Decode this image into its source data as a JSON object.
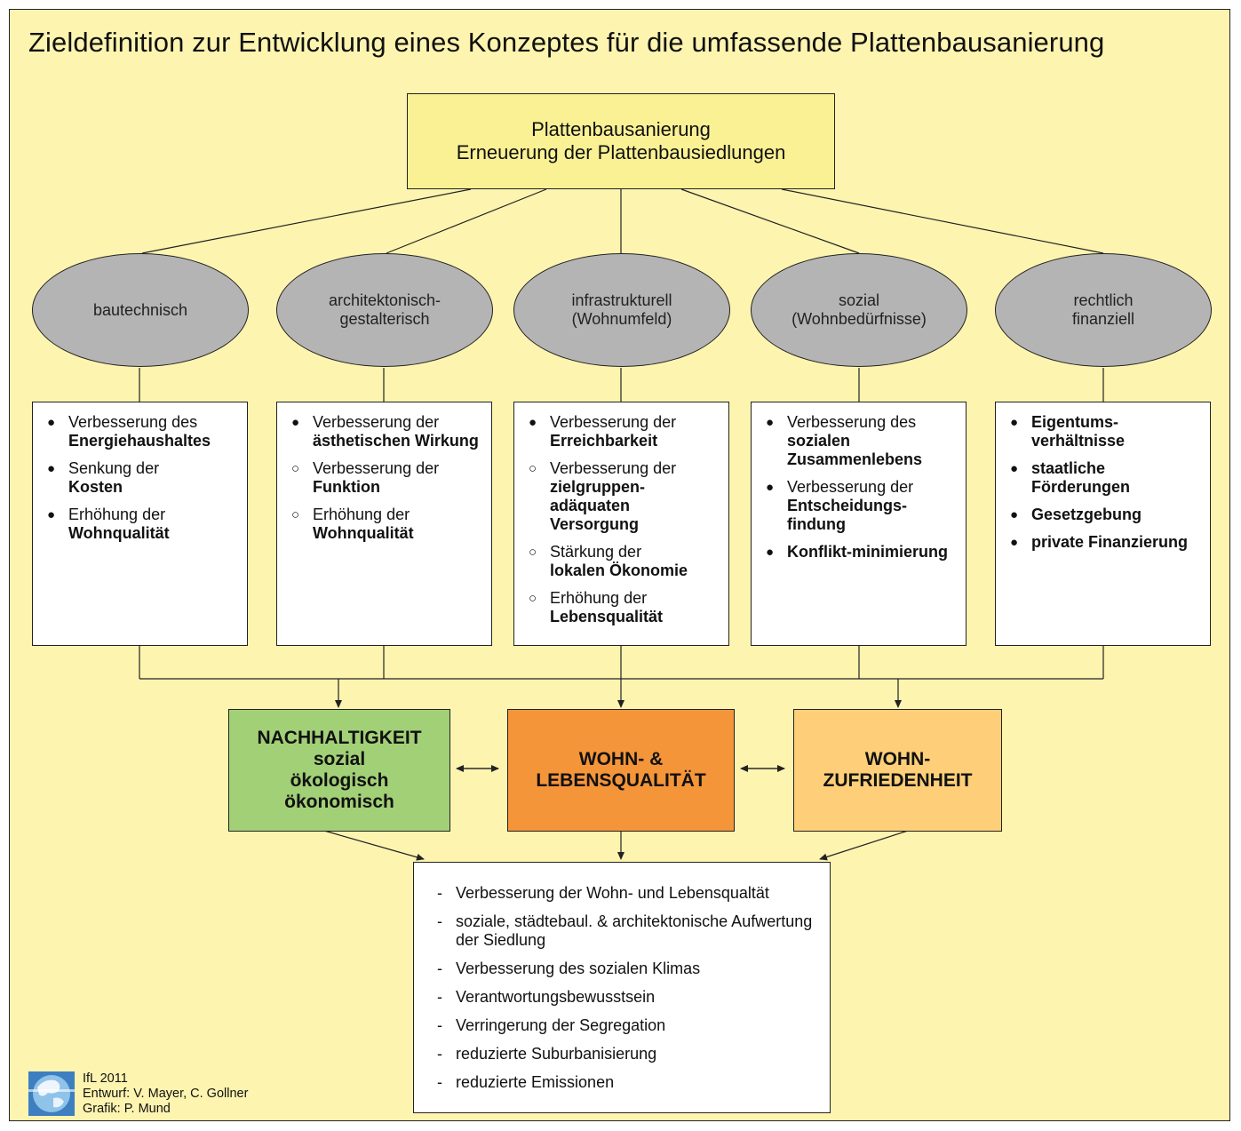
{
  "title": "Zieldefinition zur Entwicklung eines Konzeptes für die umfassende Plattenbausanierung",
  "top_box": {
    "line1": "Plattenbausanierung",
    "line2": "Erneuerung der Plattenbausiedlungen"
  },
  "dimensions": [
    {
      "label1": "bautechnisch",
      "label2": "",
      "items": [
        {
          "bullet": "●",
          "normal": "Verbesserung des",
          "strong": "Energiehaushaltes"
        },
        {
          "bullet": "●",
          "normal": "Senkung der",
          "strong": "Kosten"
        },
        {
          "bullet": "●",
          "normal": "Erhöhung der",
          "strong": "Wohnqualität"
        }
      ]
    },
    {
      "label1": "architektonisch-",
      "label2": "gestalterisch",
      "items": [
        {
          "bullet": "●",
          "normal": "Verbesserung der",
          "strong": "ästhetischen Wirkung"
        },
        {
          "bullet": "○",
          "normal": "Verbesserung der",
          "strong": "Funktion"
        },
        {
          "bullet": "○",
          "normal": "Erhöhung der",
          "strong": "Wohnqualität"
        }
      ]
    },
    {
      "label1": "infrastrukturell",
      "label2": "(Wohnumfeld)",
      "items": [
        {
          "bullet": "●",
          "normal": "Verbesserung der",
          "strong": "Erreichbarkeit"
        },
        {
          "bullet": "○",
          "normal": "Verbesserung der",
          "strong": "zielgruppen-adäquaten Versorgung"
        },
        {
          "bullet": "○",
          "normal": "Stärkung der",
          "strong": "lokalen Ökonomie"
        },
        {
          "bullet": "○",
          "normal": "Erhöhung der",
          "strong": "Lebensqualität"
        }
      ]
    },
    {
      "label1": "sozial",
      "label2": "(Wohnbedürfnisse)",
      "items": [
        {
          "bullet": "●",
          "normal": "Verbesserung des",
          "strong": "sozialen Zusammenlebens"
        },
        {
          "bullet": "●",
          "normal": "Verbesserung der",
          "strong": "Entscheidungs-findung"
        },
        {
          "bullet": "●",
          "normal": "Konflikt-minimierung",
          "strong": ""
        }
      ]
    },
    {
      "label1": "rechtlich",
      "label2": "finanziell",
      "items": [
        {
          "bullet": "●",
          "normal": "Eigentums-verhältnisse",
          "strong": ""
        },
        {
          "bullet": "●",
          "normal": "staatliche Förderungen",
          "strong": ""
        },
        {
          "bullet": "●",
          "normal": "Gesetzgebung",
          "strong": ""
        },
        {
          "bullet": "●",
          "normal": "private Finanzierung",
          "strong": ""
        }
      ]
    }
  ],
  "outcomes": {
    "sustainability": {
      "l1": "NACHHALTIGKEIT",
      "l2": "sozial",
      "l3": "ökologisch",
      "l4": "ökonomisch",
      "color": "#a2d077"
    },
    "quality": {
      "l1": "WOHN- &",
      "l2": "LEBENSQUALITÄT",
      "color": "#f5953a"
    },
    "satisfaction": {
      "l1": "WOHN-",
      "l2": "ZUFRIEDENHEIT",
      "color": "#fecf78"
    }
  },
  "results": {
    "dash": "-",
    "items": [
      "Verbesserung der Wohn- und Lebensqualtät",
      "soziale, städtebaul. & architektonische Aufwertung der Siedlung",
      "Verbesserung des sozialen Klimas",
      "Verantwortungsbewusstsein",
      "Verringerung der Segregation",
      "reduzierte Suburbanisierung",
      "reduzierte Emissionen"
    ]
  },
  "credits": {
    "line1": "IfL 2011",
    "line2": "Entwurf: V. Mayer, C. Gollner",
    "line3": "Grafik: P. Mund"
  },
  "colors": {
    "background": "#fdf4b0",
    "top_box": "#faf194",
    "ellipse": "#b4b4b4",
    "logo": "#3d7fc0"
  }
}
